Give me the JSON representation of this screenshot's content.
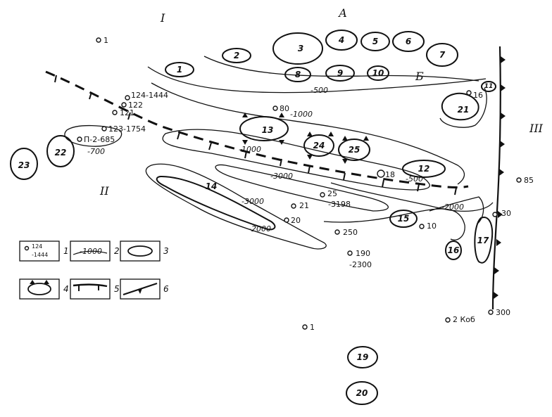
{
  "zones": {
    "I": "I",
    "II": "II",
    "III": "III",
    "A": "А",
    "B": "Б"
  },
  "isolines": {
    "m500a": "-500",
    "m1000a": "-1000",
    "m700": "-700",
    "m1000b": "-1000",
    "m3000a": "-3000",
    "m3000b": "-3000",
    "m2000a": "-2000",
    "m2000b": "-2000",
    "m500b": "-500"
  },
  "wells": {
    "w1a": "1",
    "w124": "124-1444",
    "w122": "122",
    "w121": "121",
    "w123": "123-1754",
    "wp2": "П-2-685",
    "w80": "80",
    "w16": "16",
    "w18": "18",
    "w25": "25",
    "w3198": "-3198",
    "w21": "21",
    "w20": "20",
    "w250": "250",
    "w190": "190",
    "w2300": "-2300",
    "w10": "10",
    "w30": "30",
    "w85": "85",
    "w2kob": "2 Коб",
    "w300": "300",
    "w1b": "1"
  },
  "structures": {
    "s1": "1",
    "s2": "2",
    "s3": "3",
    "s4": "4",
    "s5": "5",
    "s6": "6",
    "s7": "7",
    "s8": "8",
    "s9": "9",
    "s10": "10",
    "s11": "11",
    "s12": "12",
    "s13": "13",
    "s14": "14",
    "s15": "15",
    "s16": "16",
    "s17": "17",
    "s19": "19",
    "s20": "20",
    "s21": "21",
    "s22": "22",
    "s23": "23",
    "s24": "24",
    "s25": "25"
  },
  "legend": {
    "sample_well_top": "124",
    "sample_well_bottom": "-1444",
    "sample_isoline": "-1000",
    "n1": "1",
    "n2": "2",
    "n3": "3",
    "n4": "4",
    "n5": "5",
    "n6": "6"
  }
}
